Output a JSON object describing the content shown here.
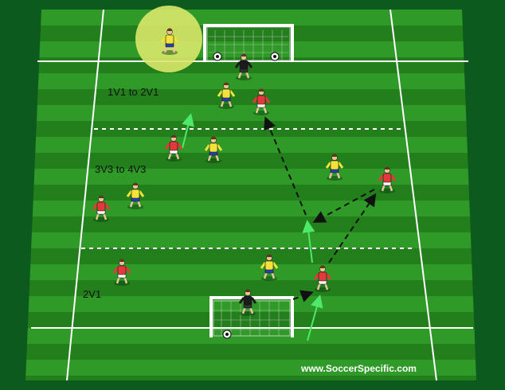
{
  "zones": {
    "top": "1V1 to 2V1",
    "middle": "3V3 to 4V3",
    "bottom": "2V1"
  },
  "watermark": "www.SoccerSpecific.com",
  "colors": {
    "background": "#0d5a1e",
    "stripe_light": "#2f9a27",
    "stripe_dark": "#237f1c",
    "line": "#ffffff",
    "team_yellow": "#f2e23a",
    "team_red": "#e23a3a",
    "shorts_blue": "#2a3fb0",
    "arrow_run": "#4ee86a",
    "arrow_pass": "#111111",
    "highlight": "#d9e86a"
  },
  "legend": {
    "player_icon": "soccer-player-icon",
    "ball_icon": "soccer-ball-icon",
    "goal_icon": "goal-icon"
  }
}
